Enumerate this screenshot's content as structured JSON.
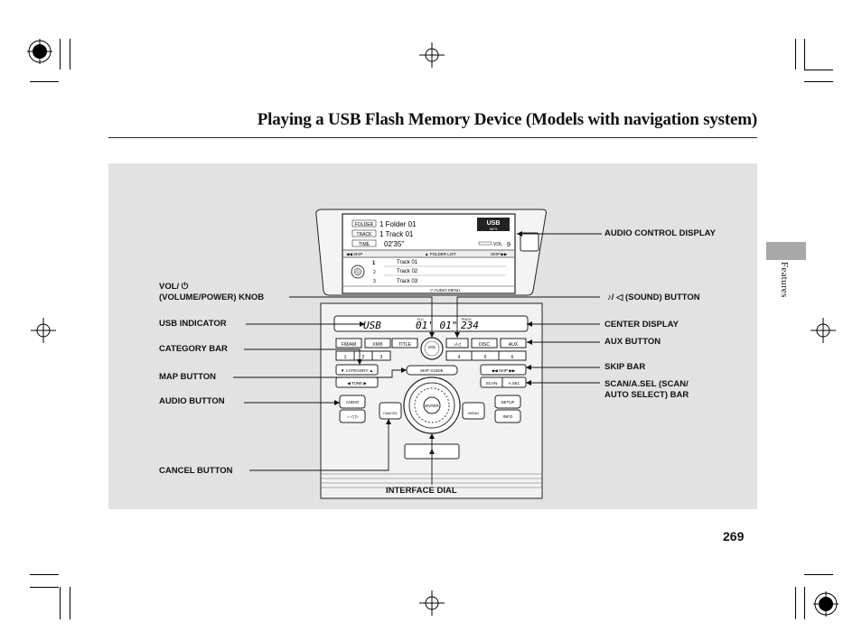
{
  "page": {
    "title": "Playing a USB Flash Memory Device (Models with navigation system)",
    "section": "Features",
    "page_number": "269"
  },
  "labels": {
    "audio_control_display": "AUDIO CONTROL DISPLAY",
    "vol_knob_line1": "VOL/ ⏻",
    "vol_knob_line2": "(VOLUME/POWER) KNOB",
    "sound_button": "♪/ ◁ (SOUND) BUTTON",
    "usb_indicator": "USB INDICATOR",
    "center_display": "CENTER DISPLAY",
    "category_bar": "CATEGORY BAR",
    "aux_button": "AUX BUTTON",
    "map_button": "MAP BUTTON",
    "skip_bar": "SKIP BAR",
    "audio_button": "AUDIO BUTTON",
    "scan_bar_line1": "SCAN/A.SEL (SCAN/",
    "scan_bar_line2": "AUTO SELECT) BAR",
    "cancel_button": "CANCEL BUTTON",
    "interface_dial": "INTERFACE DIAL"
  },
  "screen": {
    "folder_tag": "FOLDER",
    "folder_value": "1 Folder 01",
    "track_tag": "TRACK",
    "track_value": "1 Track 01",
    "time_tag": "TIME",
    "time_value": "02'35\"",
    "source": "USB",
    "format": "MP3",
    "vol": "VOL",
    "vol_level": "9",
    "skip_left": "◀◀ SKIP",
    "folder_list": "▲ FOLDER LIST",
    "skip_right": "SKIP ▶▶",
    "list_folder_num": "1",
    "tracks": [
      {
        "num": "",
        "name": "Track 01"
      },
      {
        "num": "2",
        "name": "Track 02"
      },
      {
        "num": "3",
        "name": "Track 03"
      }
    ],
    "audio_menu": "▽ AUDIO MENU"
  },
  "center_display": {
    "source": "USB",
    "time": "01' 01\"",
    "number": "234",
    "tag_left": "FLD",
    "tag_right": "TRACK"
  },
  "buttons": {
    "fm_am": "FM/AM",
    "xm": "XM®",
    "title": "TITLE",
    "vol": "VOL",
    "sound": "♪/◁",
    "disc": "DISC",
    "aux": "AUX",
    "presets": [
      "1",
      "2",
      "3",
      "4",
      "5",
      "6"
    ],
    "category": "▼ CATEGORY ▲",
    "map_guide": "MAP GUIDE",
    "skip": "◀◀  SKIP  ▶▶",
    "tune": "◀  TUNE  ▶",
    "scan": "SCAN",
    "asel": "A.SEL",
    "audio": "AUDIO",
    "setup": "SETUP",
    "cancel": "CANCEL",
    "enter": "ENTER",
    "menu": "MENU",
    "dim": "☼◁ ▷",
    "info": "INFO"
  }
}
